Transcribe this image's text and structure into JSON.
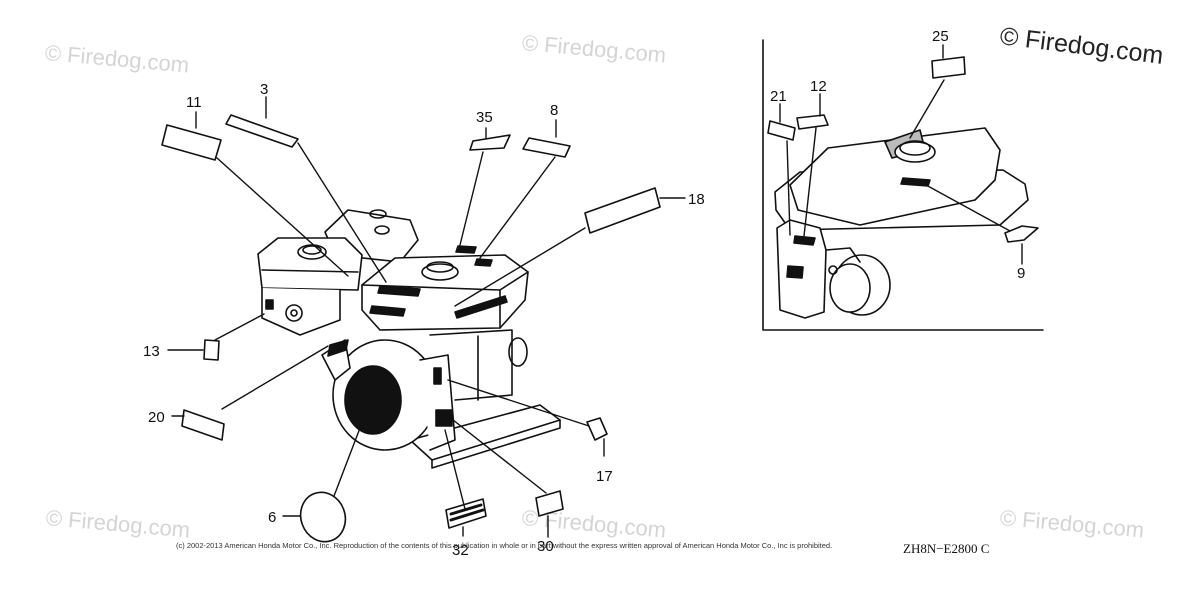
{
  "watermarks": {
    "main": "© Firedog.com",
    "faint": [
      "© Firedog.com",
      "© Firedog.com",
      "© Firedog.com",
      "© Firedog.com",
      "© Firedog.com"
    ]
  },
  "callouts": {
    "c3": "3",
    "c11": "11",
    "c35": "35",
    "c8": "8",
    "c18": "18",
    "c13": "13",
    "c20": "20",
    "c6": "6",
    "c32": "32",
    "c30": "30",
    "c17": "17",
    "c25": "25",
    "c21": "21",
    "c12": "12",
    "c9": "9"
  },
  "footer": {
    "copyright": "(c) 2002-2013 American Honda Motor Co., Inc. Reproduction of the contents of this publication in whole or in part without the express written approval of American Honda Motor Co., Inc is prohibited.",
    "diagram_code": "ZH8N−E2800 C"
  }
}
